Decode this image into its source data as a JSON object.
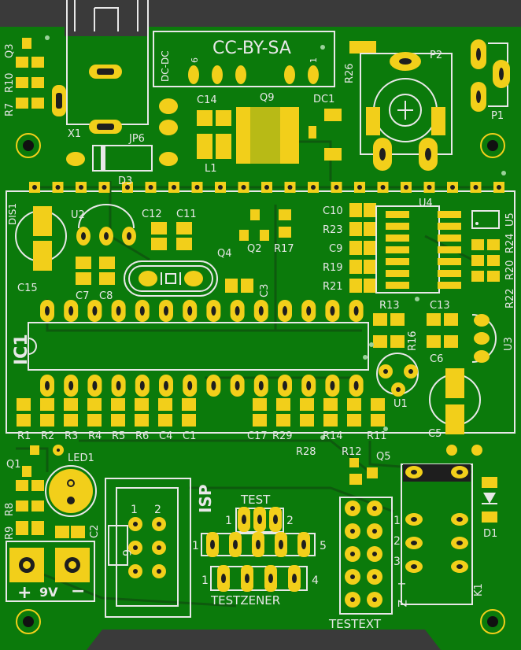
{
  "colors": {
    "board": "#0b7a0b",
    "copper": "#f2cf1a",
    "silkscreen": "#e8e8e8",
    "background": "#3a3a3a",
    "trace": "#0e5a0e"
  },
  "license": "CC-BY-SA",
  "labels": {
    "dcdc": "DC-DC",
    "pin6": "6",
    "pin1": "1",
    "dc1": "DC1",
    "q3": "Q3",
    "r10": "R10",
    "r7": "R7",
    "x1": "X1",
    "jp6": "JP6",
    "c14": "C14",
    "q9": "Q9",
    "l1": "L1",
    "d3": "D3",
    "r26": "R26",
    "p2": "P2",
    "p1": "P1",
    "dis1": "DIS1",
    "u2": "U2",
    "c12": "C12",
    "c11": "C11",
    "q2": "Q2",
    "r17": "R17",
    "q4": "Q4",
    "c15": "C15",
    "c7": "C7",
    "c8": "C8",
    "c3": "C3",
    "c10": "C10",
    "r23": "R23",
    "c9": "C9",
    "r19": "R19",
    "r21": "R21",
    "u4": "U4",
    "r22": "R22",
    "r20": "R20",
    "r24": "R24",
    "u5": "U5",
    "r13": "R13",
    "c13": "C13",
    "r16": "R16",
    "c6": "C6",
    "u3": "U3",
    "u1": "U1",
    "c5": "C5",
    "ic1": "IC1",
    "r1": "R1",
    "r2": "R2",
    "r3": "R3",
    "r4": "R4",
    "r5": "R5",
    "r6": "R6",
    "c4": "C4",
    "c1": "C1",
    "c17": "C17",
    "r29": "R29",
    "r14": "R14",
    "r11": "R11",
    "r28": "R28",
    "r12": "R12",
    "q5": "Q5",
    "q1": "Q1",
    "led1": "LED1",
    "r8": "R8",
    "r9": "R9",
    "c2": "C2",
    "isp": "ISP",
    "isp_pin1": "1",
    "isp_pin2": "2",
    "isp_pin6": "6",
    "test": "TEST",
    "test_pin1": "1",
    "test_pin2": "2",
    "h5_pin1": "1",
    "h5_pin5": "5",
    "testzener": "TESTZENER",
    "tz_pin1": "1",
    "tz_pin4": "4",
    "testext": "TESTEXT",
    "k1": "K1",
    "d1": "D1",
    "k1_pin1": "1",
    "k1_pin2": "2",
    "k1_pin3": "3",
    "plus": "+",
    "nine_v": "9V",
    "minus": "−",
    "ext_plus": "+",
    "ext_z": "Z"
  }
}
